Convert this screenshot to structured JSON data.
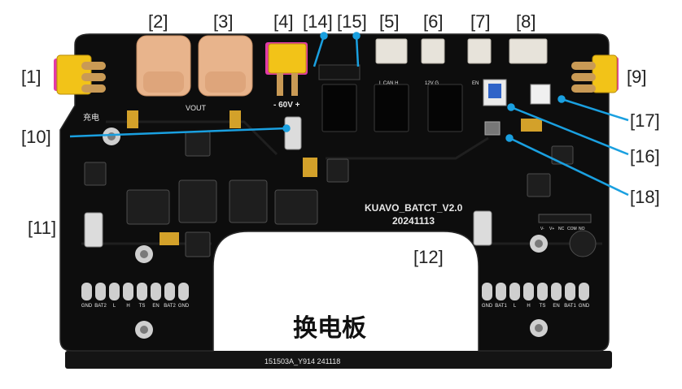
{
  "board": {
    "name": "KUAVO_BATCT_V2.0",
    "date": "20241113",
    "title_cn": "换电板",
    "bottom_code": "151503A_Y914  241118",
    "vout_label": "VOUT",
    "v60_label": "- 60V +",
    "charge_label": "充电",
    "bat1_pins": [
      "GND",
      "BAT1",
      "L",
      "H",
      "TS",
      "EN",
      "BAT1",
      "GND"
    ],
    "bat2_pins": [
      "GND",
      "BAT2",
      "L",
      "H",
      "TS",
      "EN",
      "BAT2",
      "GND"
    ],
    "header_labels": [
      "V-",
      "V+",
      "NC",
      "COM",
      "NO"
    ],
    "conn_labels": [
      "L CAN H",
      "12V G",
      "EN"
    ]
  },
  "callouts": {
    "c1": "[1]",
    "c2": "[2]",
    "c3": "[3]",
    "c4": "[4]",
    "c5": "[5]",
    "c6": "[6]",
    "c7": "[7]",
    "c8": "[8]",
    "c9": "[9]",
    "c10": "[10]",
    "c11": "[11]",
    "c12": "[12]",
    "c14": "[14]",
    "c15": "[15]",
    "c16": "[16]",
    "c17": "[17]",
    "c18": "[18]"
  },
  "colors": {
    "pcb": "#101010",
    "xt_connector": "#e8b48c",
    "xt60_yellow": "#f2c318",
    "leader": "#1aa0e0",
    "magenta": "#e23aa7"
  }
}
